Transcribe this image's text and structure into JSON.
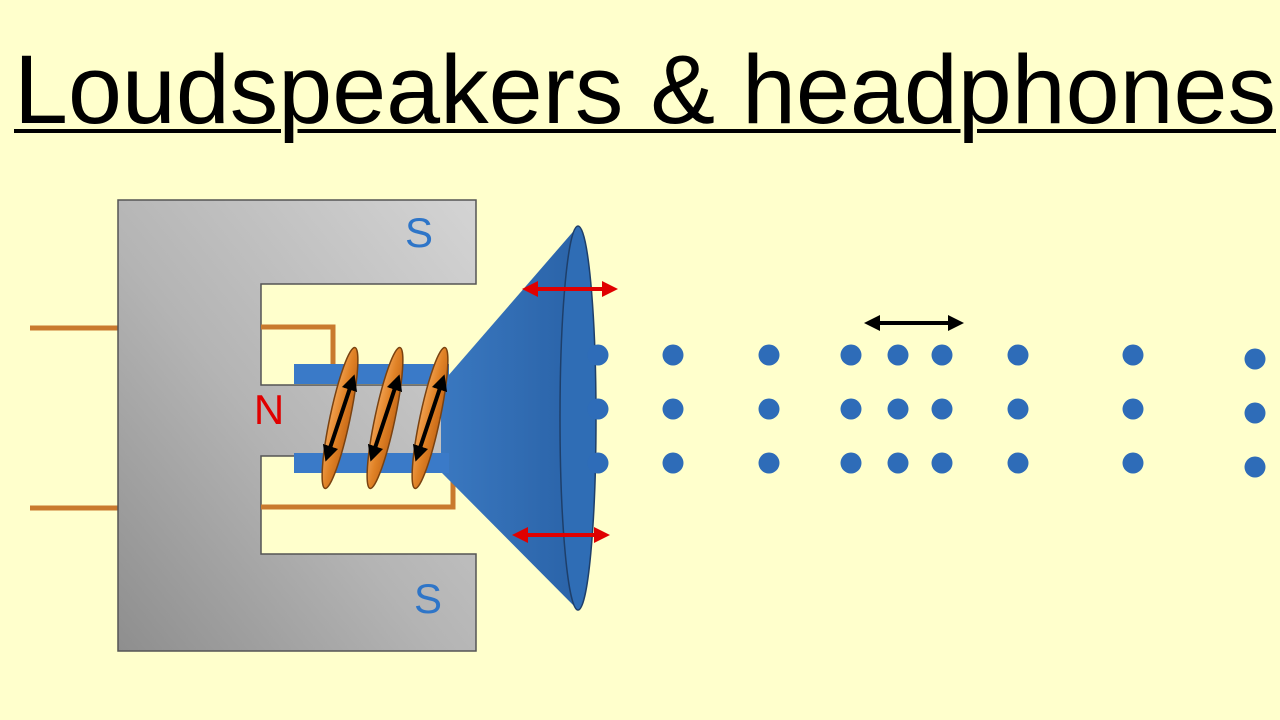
{
  "title": "Loudspeakers & headphones",
  "labels": {
    "pole_top": "S",
    "pole_middle": "N",
    "pole_bottom": "S"
  },
  "colors": {
    "background": "#FFFFCC",
    "magnet": "#B8B8B8",
    "coil": "#E48A2E",
    "cone": "#2F6DB5",
    "air_particle": "#2E6CB8",
    "cone_motion_arrow": "#E00000",
    "coil_motion_arrow": "#000000",
    "south_label": "#2E75C8",
    "north_label": "#E00000"
  },
  "icons": [
    "permanent-magnet",
    "coil",
    "speaker-cone",
    "air-particles",
    "vibration-arrows"
  ]
}
